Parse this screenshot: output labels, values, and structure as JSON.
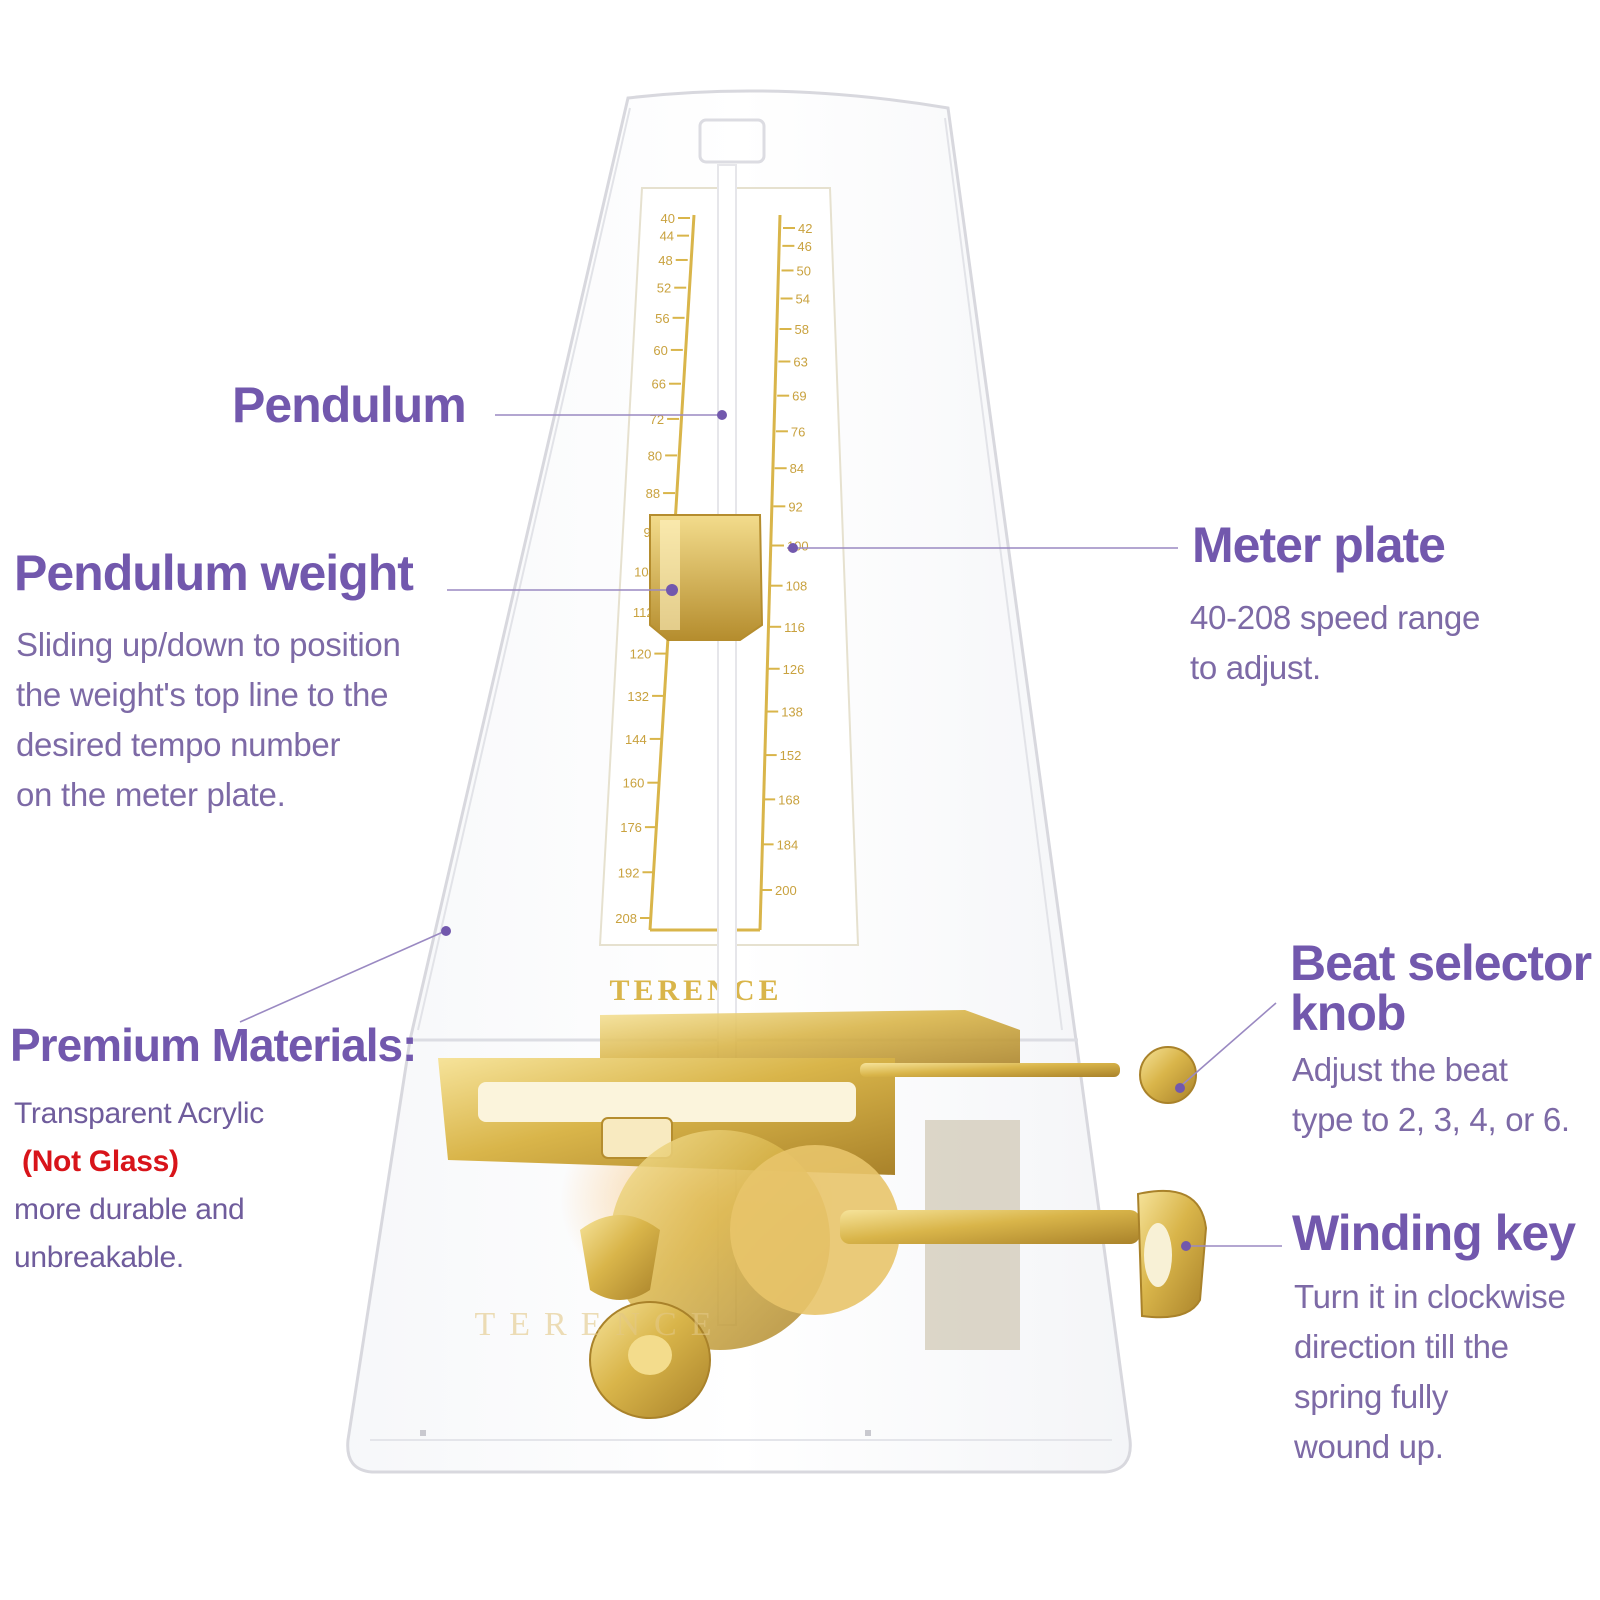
{
  "colors": {
    "title": "#7258ad",
    "description": "#7d6aa6",
    "warning": "#d8141a",
    "gold": "#d9b54a",
    "acrylic_edge": "#d8d8de"
  },
  "product": {
    "dial_brand": "TERENCE",
    "base_brand": "TERENCE",
    "tempo_scale": {
      "left": [
        "40",
        "44",
        "48",
        "52",
        "56",
        "60",
        "66",
        "72",
        "80",
        "88",
        "96",
        "104",
        "112",
        "120",
        "132",
        "144",
        "160",
        "176",
        "192",
        "208"
      ],
      "right": [
        "42",
        "46",
        "50",
        "54",
        "58",
        "63",
        "69",
        "76",
        "84",
        "92",
        "100",
        "108",
        "116",
        "126",
        "138",
        "152",
        "168",
        "184",
        "200"
      ]
    }
  },
  "callouts": {
    "pendulum": {
      "title": "Pendulum"
    },
    "pendulum_weight": {
      "title": "Pendulum weight",
      "lines": [
        "Sliding up/down to position",
        "the weight's top line to the",
        "desired tempo number",
        "on the meter plate."
      ]
    },
    "meter_plate": {
      "title": "Meter plate",
      "lines": [
        "40-208 speed range",
        "to adjust."
      ]
    },
    "premium_materials": {
      "title": "Premium Materials:",
      "line1": "Transparent Acrylic",
      "warning": "(Not Glass)",
      "line3": "more durable and",
      "line4": "unbreakable."
    },
    "beat_selector": {
      "title": "Beat selector knob",
      "lines": [
        "Adjust the beat",
        "type to 2, 3, 4, or 6."
      ]
    },
    "winding_key": {
      "title": "Winding key",
      "lines": [
        "Turn it in clockwise",
        "direction till the",
        "spring fully",
        "wound up."
      ]
    }
  }
}
